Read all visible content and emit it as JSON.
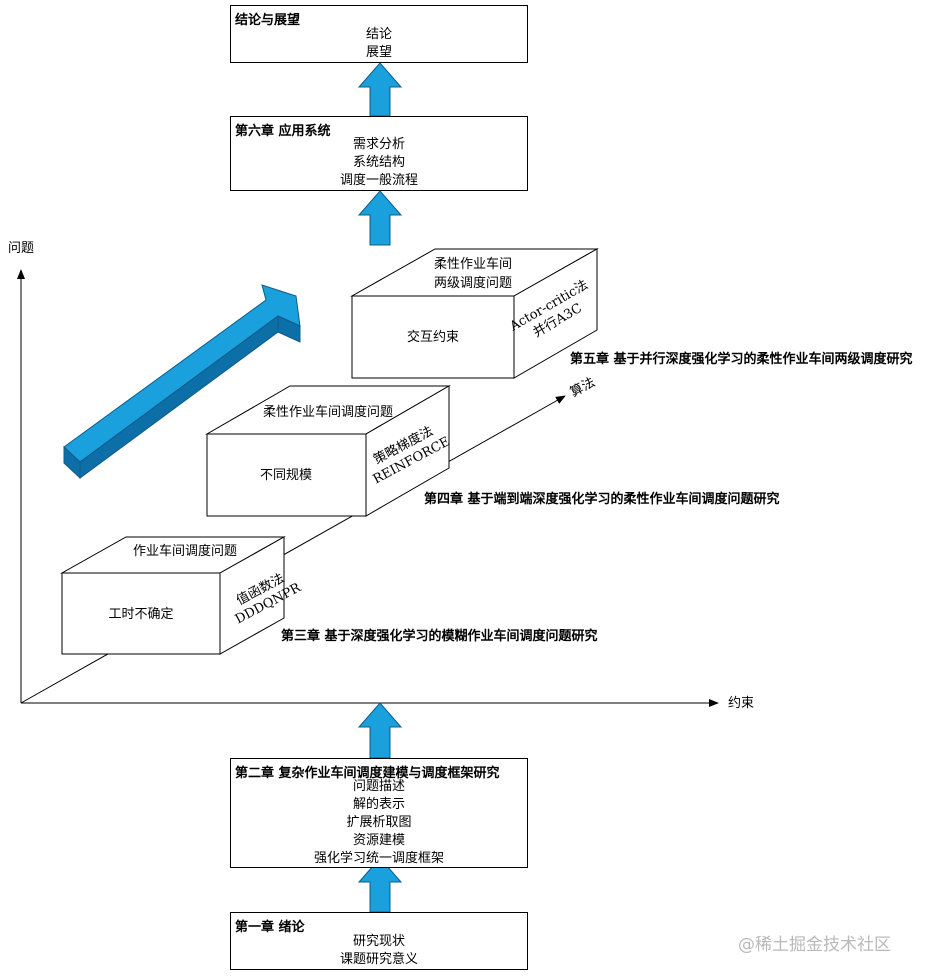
{
  "colors": {
    "arrow_fill": "#1aa0dc",
    "arrow_dark": "#0d6fa8",
    "line": "#000000"
  },
  "top_box": {
    "title": "结论与展望",
    "lines": [
      "结论",
      "展望"
    ]
  },
  "ch6_box": {
    "title": "第六章 应用系统",
    "lines": [
      "需求分析",
      "系统结构",
      "调度一般流程"
    ]
  },
  "ch2_box": {
    "title": "第二章 复杂作业车间调度建模与调度框架研究",
    "lines": [
      "问题描述",
      "解的表示",
      "扩展析取图",
      "资源建模",
      "强化学习统一调度框架"
    ]
  },
  "ch1_box": {
    "title": "第一章 绪论",
    "lines": [
      "研究现状",
      "课题研究意义"
    ]
  },
  "axes": {
    "y_label": "问题",
    "x_label": "约束",
    "z_label": "算法"
  },
  "cube3": {
    "top": "作业车间调度问题",
    "front": "工时不确定",
    "side": [
      "值函数法",
      "DDDQNPR"
    ],
    "caption": "第三章 基于深度强化学习的模糊作业车间调度问题研究"
  },
  "cube4": {
    "top": "柔性作业车间调度问题",
    "front": "不同规模",
    "side": [
      "策略梯度法",
      "REINFORCE"
    ],
    "caption": "第四章 基于端到端深度强化学习的柔性作业车间调度问题研究"
  },
  "cube5": {
    "top": [
      "柔性作业车间",
      "两级调度问题"
    ],
    "front": "交互约束",
    "side": [
      "Actor-critic法",
      "并行A3C"
    ],
    "caption": "第五章 基于并行深度强化学习的柔性作业车间两级调度研究"
  },
  "watermark": "@稀土掘金技术社区"
}
